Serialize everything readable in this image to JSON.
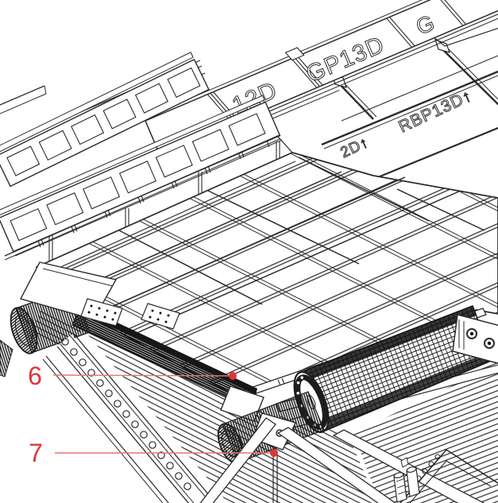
{
  "figure": {
    "type": "technical-line-drawing",
    "description": "Isometric cutaway line drawing of a machine deck frame with panel bands, rollers, mesh drum and conveyor floor",
    "background_color": "#ffffff",
    "line_color": "#2b2b2b",
    "accent_color": "#de3538",
    "leader_color": "#e57373"
  },
  "panel_labels": [
    {
      "text": "12D"
    },
    {
      "text": "GP13D"
    },
    {
      "text": "G"
    },
    {
      "text": "RBP13D↑"
    },
    {
      "text": "2D↑"
    }
  ],
  "callouts": [
    {
      "number": "6"
    },
    {
      "number": "7"
    }
  ]
}
